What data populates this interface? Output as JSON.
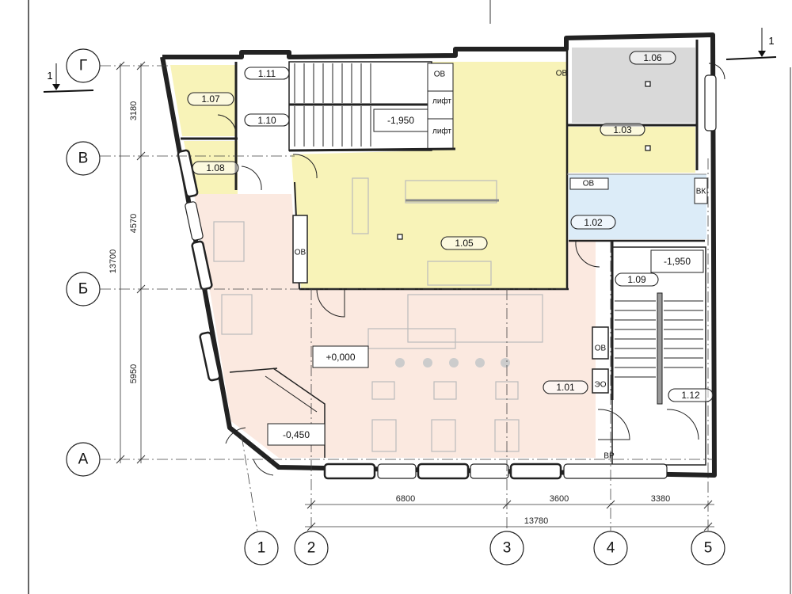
{
  "axes": {
    "rows": [
      {
        "label": "Г"
      },
      {
        "label": "В"
      },
      {
        "label": "Б"
      },
      {
        "label": "А"
      }
    ],
    "columns": [
      {
        "label": "1"
      },
      {
        "label": "2"
      },
      {
        "label": "3"
      },
      {
        "label": "4"
      },
      {
        "label": "5"
      }
    ]
  },
  "section_marks": {
    "left": "1",
    "right": "1"
  },
  "dimensions": {
    "vertical": {
      "g_v": "3180",
      "v_b": "4570",
      "b_a": "5950",
      "total": "13700"
    },
    "horizontal": {
      "c2_c3": "6800",
      "c3_c4": "3600",
      "c4_c5": "3380",
      "total": "13780"
    }
  },
  "rooms": {
    "r101": "1.01",
    "r102": "1.02",
    "r103": "1.03",
    "r105": "1.05",
    "r106": "1.06",
    "r107": "1.07",
    "r108": "1.08",
    "r109": "1.09",
    "r110": "1.10",
    "r111": "1.11",
    "r112": "1.12"
  },
  "levels": {
    "stair_left": "-1,950",
    "stair_right": "-1,950",
    "hall": "+0,000",
    "entrance": "-0,450"
  },
  "shafts": {
    "ov1": "ОВ",
    "ov2": "ОВ",
    "ov3": "ОВ",
    "ov4": "ОВ",
    "ov5": "ОВ",
    "lift1": "лифт",
    "lift2": "лифт",
    "vk": "ВК",
    "eo": "ЭО",
    "vr": "ВР"
  },
  "colors": {
    "kitchen_yellow": "#f8f3b8",
    "hall_pink": "#fbe9e0",
    "wc_blue": "#dcecf8",
    "storage_gray": "#d9d9d9"
  }
}
